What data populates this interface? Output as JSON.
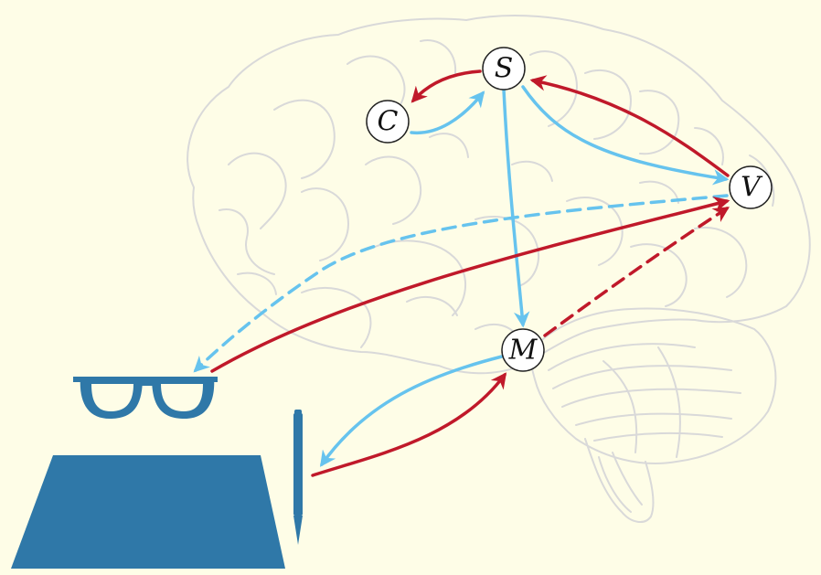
{
  "diagram": {
    "nodes": [
      {
        "id": "C",
        "label": "C"
      },
      {
        "id": "S",
        "label": "S"
      },
      {
        "id": "V",
        "label": "V"
      },
      {
        "id": "M",
        "label": "M"
      }
    ],
    "edges": [
      {
        "from": "S",
        "to": "C",
        "style": "solid",
        "color": "red"
      },
      {
        "from": "C",
        "to": "S",
        "style": "solid",
        "color": "blue"
      },
      {
        "from": "V",
        "to": "S",
        "style": "solid",
        "color": "red"
      },
      {
        "from": "S",
        "to": "V",
        "style": "solid",
        "color": "blue"
      },
      {
        "from": "S",
        "to": "M",
        "style": "solid",
        "color": "blue"
      },
      {
        "from": "V",
        "to": "glasses",
        "style": "dashed",
        "color": "blue"
      },
      {
        "from": "glasses",
        "to": "V",
        "style": "solid",
        "color": "red"
      },
      {
        "from": "M",
        "to": "V",
        "style": "dashed",
        "color": "red"
      },
      {
        "from": "M",
        "to": "pen",
        "style": "solid",
        "color": "blue"
      },
      {
        "from": "pen",
        "to": "M",
        "style": "solid",
        "color": "red"
      }
    ],
    "icons": [
      "brain-outline",
      "glasses-icon",
      "pen-icon",
      "paper-icon"
    ]
  },
  "colors": {
    "background": "#fefde7",
    "brain_outline": "#d6d6d6",
    "red_arrow": "#c0192a",
    "blue_arrow": "#66c3ee",
    "icon_blue": "#2f78a8",
    "node_fill": "#ffffff",
    "node_stroke": "#222222"
  }
}
